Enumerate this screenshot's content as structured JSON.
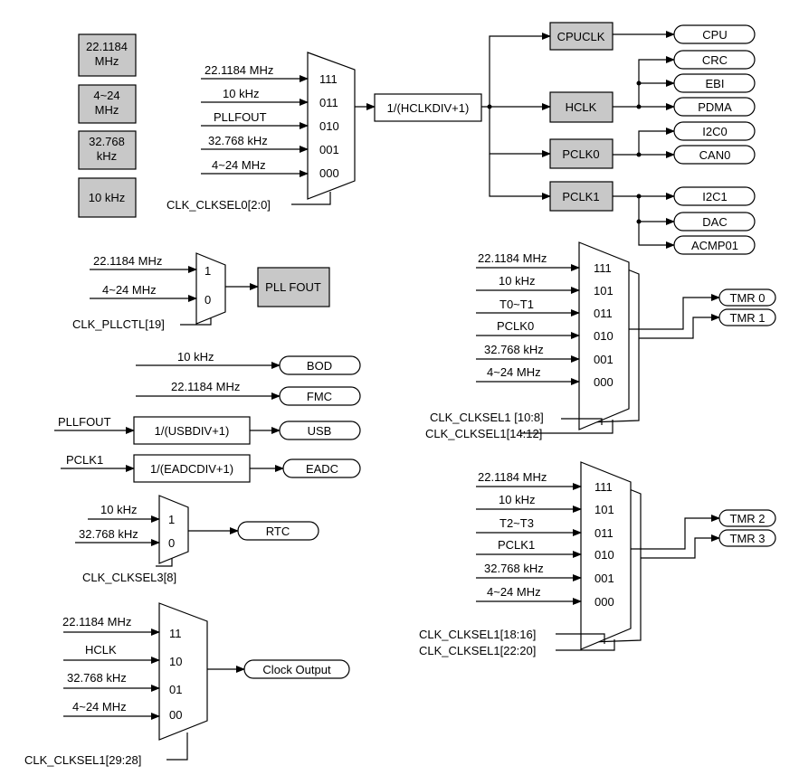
{
  "sources": [
    "22.1184\nMHz",
    "4~24\nMHz",
    "32.768\nkHz",
    "10 kHz"
  ],
  "hclk_mux": {
    "inputs": [
      "22.1184 MHz",
      "10 kHz",
      "PLLFOUT",
      "32.768 kHz",
      "4~24 MHz"
    ],
    "codes": [
      "111",
      "011",
      "010",
      "001",
      "000"
    ],
    "select": "CLK_CLKSEL0[2:0]",
    "divider": "1/(HCLKDIV+1)"
  },
  "clk_boxes": {
    "cpuclk": "CPUCLK",
    "hclk": "HCLK",
    "pclk0": "PCLK0",
    "pclk1": "PCLK1"
  },
  "outputs": {
    "cpu": "CPU",
    "crc": "CRC",
    "ebi": "EBI",
    "pdma": "PDMA",
    "i2c0": "I2C0",
    "can0": "CAN0",
    "i2c1": "I2C1",
    "dac": "DAC",
    "acmp01": "ACMP01"
  },
  "pll_mux": {
    "inputs": [
      "22.1184 MHz",
      "4~24 MHz"
    ],
    "codes": [
      "1",
      "0"
    ],
    "select": "CLK_PLLCTL[19]",
    "output": "PLL FOUT"
  },
  "bod": {
    "input": "10 kHz",
    "output": "BOD"
  },
  "fmc": {
    "input": "22.1184 MHz",
    "output": "FMC"
  },
  "usb": {
    "input": "PLLFOUT",
    "divider": "1/(USBDIV+1)",
    "output": "USB"
  },
  "eadc": {
    "input": "PCLK1",
    "divider": "1/(EADCDIV+1)",
    "output": "EADC"
  },
  "rtc_mux": {
    "inputs": [
      "10 kHz",
      "32.768 kHz"
    ],
    "codes": [
      "1",
      "0"
    ],
    "select": "CLK_CLKSEL3[8]",
    "output": "RTC"
  },
  "clko_mux": {
    "inputs": [
      "22.1184 MHz",
      "HCLK",
      "32.768 kHz",
      "4~24 MHz"
    ],
    "codes": [
      "11",
      "10",
      "01",
      "00"
    ],
    "select": "CLK_CLKSEL1[29:28]",
    "output": "Clock Output"
  },
  "tmr01_mux": {
    "inputs": [
      "22.1184 MHz",
      "10 kHz",
      "T0~T1",
      "PCLK0",
      "32.768 kHz",
      "4~24 MHz"
    ],
    "codes": [
      "111",
      "101",
      "011",
      "010",
      "001",
      "000"
    ],
    "selects": [
      "CLK_CLKSEL1 [10:8]",
      "CLK_CLKSEL1[14:12]"
    ],
    "outputs": [
      "TMR 0",
      "TMR 1"
    ]
  },
  "tmr23_mux": {
    "inputs": [
      "22.1184 MHz",
      "10 kHz",
      "T2~T3",
      "PCLK1",
      "32.768 kHz",
      "4~24 MHz"
    ],
    "codes": [
      "111",
      "101",
      "011",
      "010",
      "001",
      "000"
    ],
    "selects": [
      "CLK_CLKSEL1[18:16]",
      "CLK_CLKSEL1[22:20]"
    ],
    "outputs": [
      "TMR 2",
      "TMR 3"
    ]
  }
}
